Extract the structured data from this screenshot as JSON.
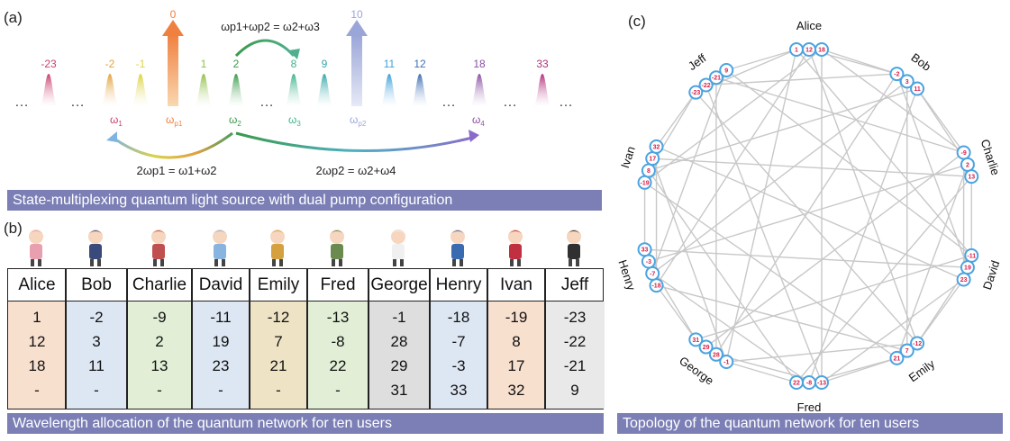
{
  "panels": {
    "a": "(a)",
    "b": "(b)",
    "c": "(c)"
  },
  "banners": {
    "a": "State-multiplexing quantum light source with dual pump configuration",
    "b": "Wavelength allocation of the quantum network for ten users",
    "c": "Topology of the quantum network for ten users"
  },
  "spectrum": {
    "ellipsis": "…",
    "peaks": [
      {
        "label": "-23",
        "color": "#c9406e"
      },
      {
        "label": "-2",
        "color": "#e2a340"
      },
      {
        "label": "-1",
        "color": "#dcd342"
      },
      {
        "label": "1",
        "color": "#8fc04a"
      },
      {
        "label": "2",
        "color": "#3a9a4a"
      },
      {
        "label": "8",
        "color": "#3fb38f"
      },
      {
        "label": "9",
        "color": "#35a8a8"
      },
      {
        "label": "11",
        "color": "#3ea0d8"
      },
      {
        "label": "12",
        "color": "#3e6fb3"
      },
      {
        "label": "18",
        "color": "#8a4fa3"
      },
      {
        "label": "33",
        "color": "#b3307a"
      }
    ],
    "pump1_label": "0",
    "pump2_label": "10",
    "omega_labels": {
      "w1": "ω",
      "w1_sub": "1",
      "wp1": "ω",
      "wp1_sub": "p1",
      "w2": "ω",
      "w2_sub": "2",
      "w3": "ω",
      "w3_sub": "3",
      "wp2": "ω",
      "wp2_sub": "p2",
      "w4": "ω",
      "w4_sub": "4"
    },
    "equation_top": "ωp1+ωp2 = ω2+ω3",
    "equation_left": "2ωp1 = ω1+ω2",
    "equation_right": "2ωp2 = ω2+ω4"
  },
  "table": {
    "users": [
      {
        "name": "Alice",
        "values": [
          "1",
          "12",
          "18",
          "-"
        ],
        "color": "#f8e0cf"
      },
      {
        "name": "Bob",
        "values": [
          "-2",
          "3",
          "11",
          "-"
        ],
        "color": "#dde7f3"
      },
      {
        "name": "Charlie",
        "values": [
          "-9",
          "2",
          "13",
          "-"
        ],
        "color": "#e2efd6"
      },
      {
        "name": "David",
        "values": [
          "-11",
          "19",
          "23",
          "-"
        ],
        "color": "#dde7f3"
      },
      {
        "name": "Emily",
        "values": [
          "-12",
          "7",
          "21",
          "-"
        ],
        "color": "#efe3c6"
      },
      {
        "name": "Fred",
        "values": [
          "-13",
          "-8",
          "22",
          "-"
        ],
        "color": "#e2efd6"
      },
      {
        "name": "George",
        "values": [
          "-1",
          "28",
          "29",
          "31"
        ],
        "color": "#dedede"
      },
      {
        "name": "Henry",
        "values": [
          "-18",
          "-7",
          "-3",
          "33"
        ],
        "color": "#dde7f3"
      },
      {
        "name": "Ivan",
        "values": [
          "-19",
          "8",
          "17",
          "32"
        ],
        "color": "#f8e0cf"
      },
      {
        "name": "Jeff",
        "values": [
          "-23",
          "-22",
          "-21",
          "9"
        ],
        "color": "#e9e9e9"
      }
    ]
  },
  "network": {
    "nodes": [
      {
        "name": "Alice",
        "values": [
          "1",
          "12",
          "18"
        ]
      },
      {
        "name": "Bob",
        "values": [
          "-2",
          "3",
          "11"
        ]
      },
      {
        "name": "Charlie",
        "values": [
          "-9",
          "2",
          "13"
        ]
      },
      {
        "name": "David",
        "values": [
          "-11",
          "19",
          "23"
        ]
      },
      {
        "name": "Emily",
        "values": [
          "-12",
          "7",
          "21"
        ]
      },
      {
        "name": "Fred",
        "values": [
          "-13",
          "-8",
          "22"
        ]
      },
      {
        "name": "George",
        "values": [
          "-1",
          "28",
          "29",
          "31"
        ]
      },
      {
        "name": "Henry",
        "values": [
          "-18",
          "-7",
          "-3",
          "33"
        ]
      },
      {
        "name": "Ivan",
        "values": [
          "-19",
          "8",
          "17",
          "32"
        ]
      },
      {
        "name": "Jeff",
        "values": [
          "-23",
          "-22",
          "-21",
          "9"
        ]
      }
    ],
    "circle_color": "#4aa3e0",
    "text_color": "#d8204a",
    "edge_color": "#c8c8c8"
  }
}
